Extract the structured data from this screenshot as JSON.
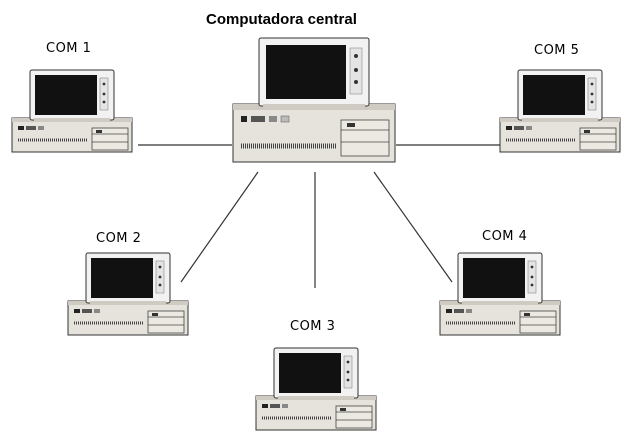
{
  "diagram": {
    "central": {
      "label": "Computadora central"
    },
    "nodes": [
      {
        "id": "com1",
        "label": "COM 1"
      },
      {
        "id": "com2",
        "label": "COM 2"
      },
      {
        "id": "com3",
        "label": "COM 3"
      },
      {
        "id": "com4",
        "label": "COM 4"
      },
      {
        "id": "com5",
        "label": "COM 5"
      }
    ],
    "edges": [
      [
        "central",
        "com1"
      ],
      [
        "central",
        "com2"
      ],
      [
        "central",
        "com3"
      ],
      [
        "central",
        "com4"
      ],
      [
        "central",
        "com5"
      ]
    ]
  },
  "colors": {
    "background": "#ffffff",
    "case": "#d4d0c8",
    "screen": "#111111",
    "monitor_body": "#f0f0f0",
    "outline": "#333333"
  }
}
